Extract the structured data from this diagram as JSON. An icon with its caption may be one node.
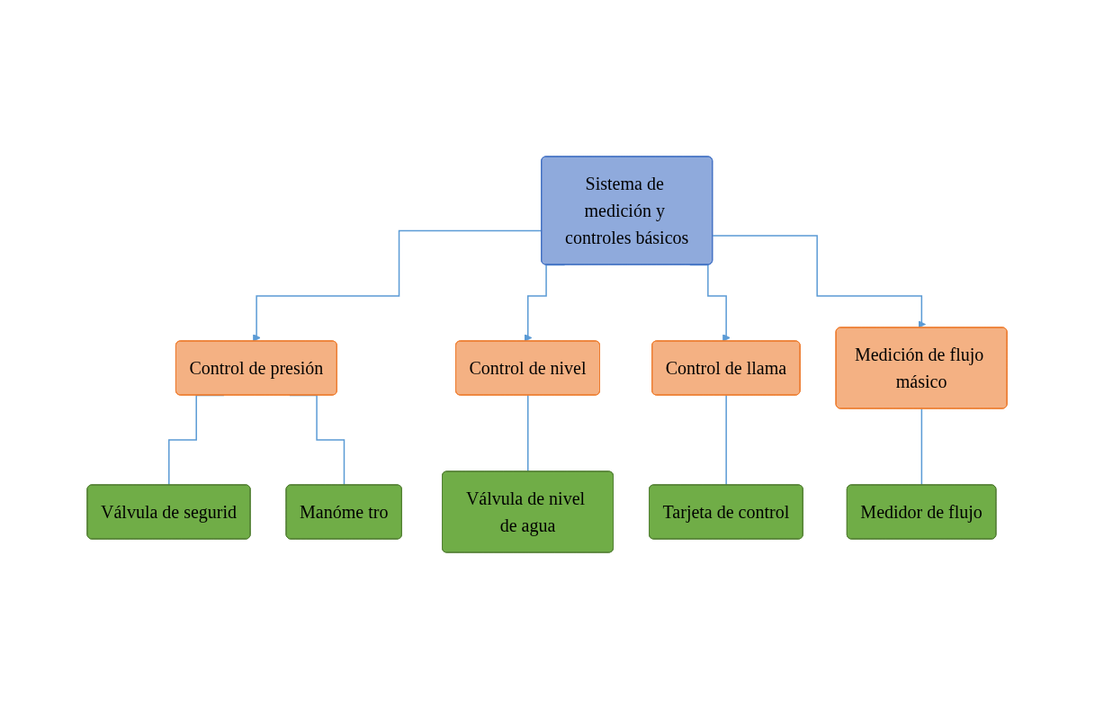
{
  "diagram": {
    "nodes": [
      {
        "text": [
          "Sistema de medición y controles básicos"
        ]
      },
      {
        "text": [
          "Control de presión"
        ]
      },
      {
        "text": [
          "Control de nivel"
        ]
      },
      {
        "text": [
          "Control de llama"
        ]
      },
      {
        "text": [
          "Medición de flujo másico"
        ]
      },
      {
        "text": [
          "Válvula de segurid"
        ]
      },
      {
        "text": [
          "Manóme tro"
        ]
      },
      {
        "text": [
          "Válvula de nivel de agua"
        ]
      },
      {
        "text": [
          "Tarjeta de control"
        ]
      },
      {
        "text": [
          "Medidor de flujo"
        ]
      }
    ],
    "edges": [
      {
        "from": 0,
        "to": 1,
        "arrow": "to"
      },
      {
        "from": 0,
        "to": 2,
        "arrow": "to"
      },
      {
        "from": 0,
        "to": 3,
        "arrow": "to"
      },
      {
        "from": 0,
        "to": 4,
        "arrow": "to"
      },
      {
        "from": 1,
        "to": 5,
        "arrow": "none"
      },
      {
        "from": 1,
        "to": 6,
        "arrow": "none"
      },
      {
        "from": 2,
        "to": 7,
        "arrow": "none"
      },
      {
        "from": 3,
        "to": 8,
        "arrow": "none"
      },
      {
        "from": 4,
        "to": 9,
        "arrow": "none"
      }
    ]
  }
}
